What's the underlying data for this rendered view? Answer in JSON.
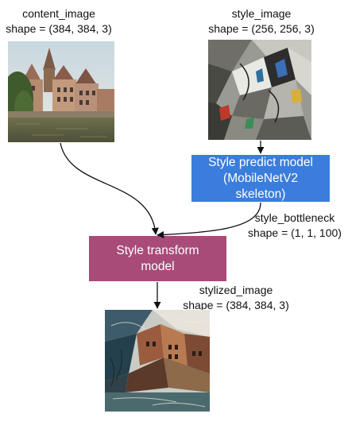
{
  "content_image": {
    "name": "content_image",
    "shape": "shape = (384, 384, 3)"
  },
  "style_image": {
    "name": "style_image",
    "shape": "shape = (256, 256, 3)"
  },
  "style_predict_model": {
    "lines": [
      "Style predict model",
      "(MobileNetV2",
      "skeleton)"
    ],
    "color": "#3b7ddd"
  },
  "style_bottleneck": {
    "name": "style_bottleneck",
    "shape": "shape = (1, 1, 100)"
  },
  "style_transform_model": {
    "lines": [
      "Style transform",
      "model"
    ],
    "color": "#a84b78"
  },
  "stylized_image": {
    "name": "stylized_image",
    "shape": "shape = (384, 384, 3)"
  }
}
